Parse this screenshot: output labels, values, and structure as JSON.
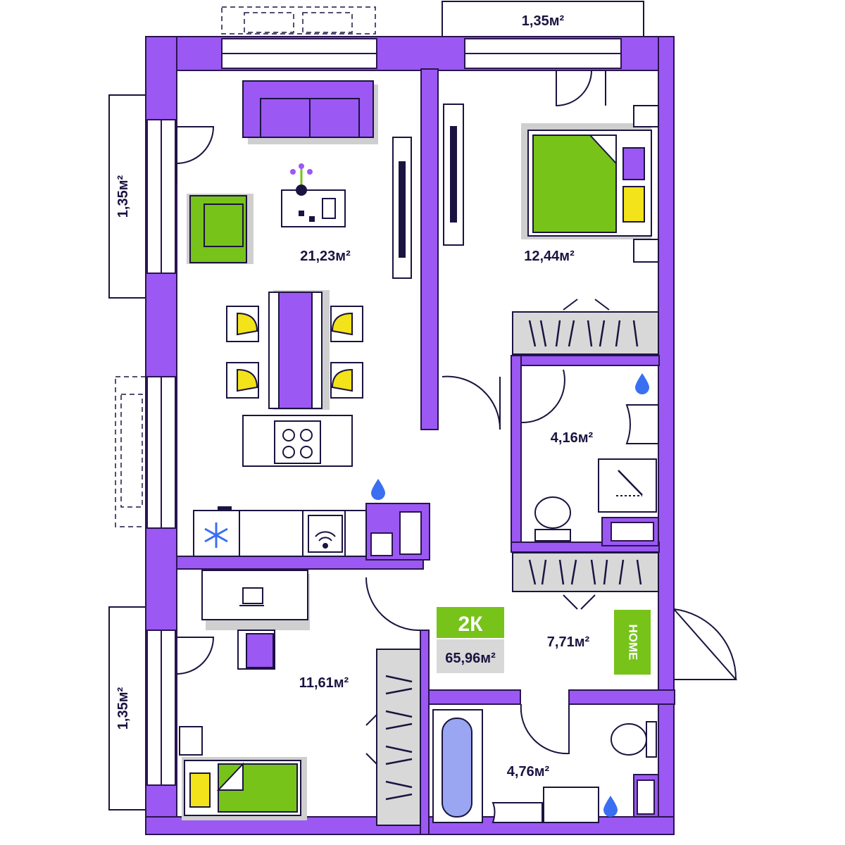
{
  "colors": {
    "wall": "#9b58f2",
    "wall_outline": "#2a1450",
    "accent_green": "#77c31a",
    "accent_yellow": "#f2e31a",
    "closet_gray": "#d8d8d8",
    "floor": "#ffffff",
    "text": "#1b1340",
    "bath": "#9aa6f2",
    "water_icon": "#3a6ff2"
  },
  "rooms": {
    "living_kitchen": {
      "area": "21,23м²"
    },
    "bedroom": {
      "area": "12,44м²"
    },
    "bathroom_1": {
      "area": "4,16м²"
    },
    "hall": {
      "area": "7,71м²"
    },
    "children_room": {
      "area": "11,61м²"
    },
    "bathroom_2": {
      "area": "4,76м²"
    }
  },
  "balconies": {
    "top_right": "1,35м²",
    "left_top": "1,35м²",
    "left_bottom": "1,35м²"
  },
  "badge": {
    "type_label": "2К",
    "total_area": "65,96м²"
  },
  "home_sign": {
    "label": "HOME"
  },
  "icons": {
    "water": "water-drop-icon",
    "snowflake": "snowflake-icon",
    "flower": "flower-vase-icon",
    "wifi": "wifi-icon",
    "stove": "stove-icon"
  }
}
